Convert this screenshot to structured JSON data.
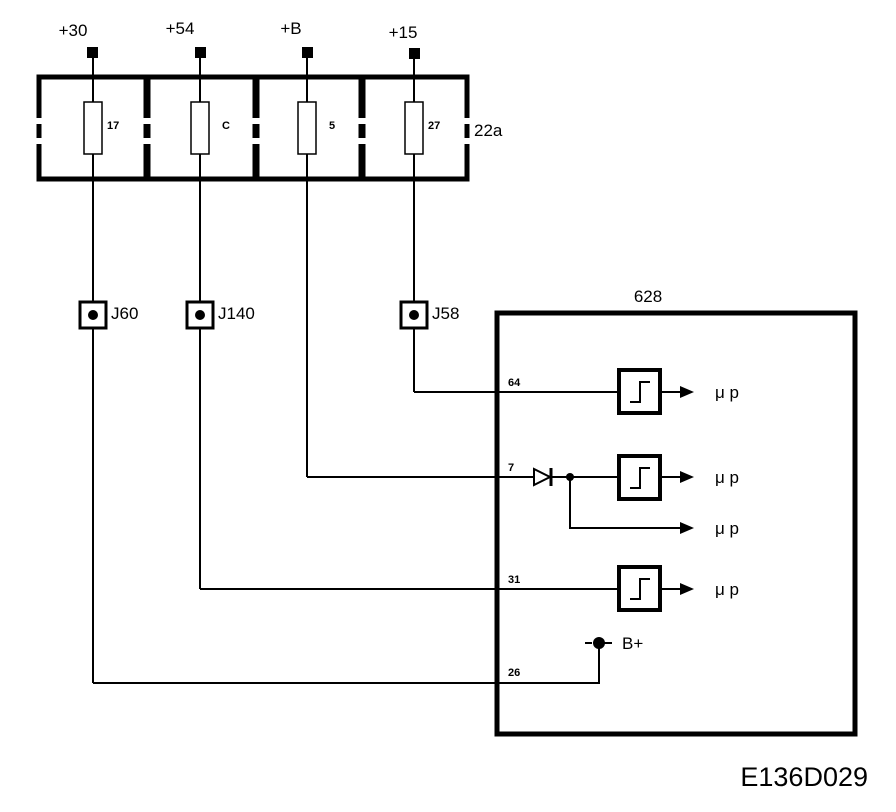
{
  "diagram": {
    "supplies": [
      "+30",
      "+54",
      "+B",
      "+15"
    ],
    "fuse_box_label": "22a",
    "fuses": [
      "17",
      "C",
      "5",
      "27"
    ],
    "connectors": [
      "J60",
      "J140",
      "J58"
    ],
    "module_label": "628",
    "pins": [
      "64",
      "7",
      "31",
      "26"
    ],
    "outputs": [
      "μ p",
      "μ p",
      "μ p",
      "μ p"
    ],
    "battery_label": "B+",
    "reference": "E136D029"
  }
}
